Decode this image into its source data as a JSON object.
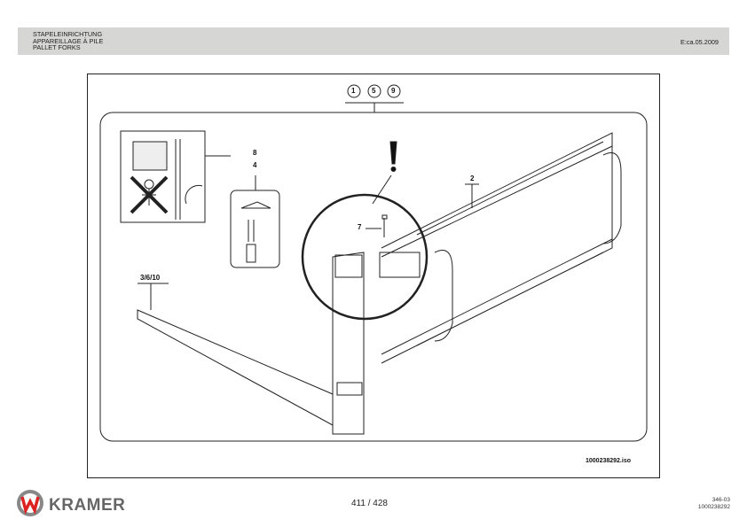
{
  "header": {
    "titles": [
      "STAPELEINRICHTUNG",
      "APPAREILLAGE À PILE",
      "PALLET FORKS"
    ],
    "edition": "E:ca.05.2009"
  },
  "drawing": {
    "callouts": [
      "1",
      "5",
      "9"
    ],
    "labels": {
      "p8": "8",
      "p4": "4",
      "p2": "2",
      "p7": "7",
      "p3610": "3/6/10",
      "warning": "!"
    },
    "file": "1000238292.iso"
  },
  "footer": {
    "brand": "KRAMER",
    "page": "411 / 428",
    "ref_line1": "346-03",
    "ref_line2": "1000238292"
  }
}
